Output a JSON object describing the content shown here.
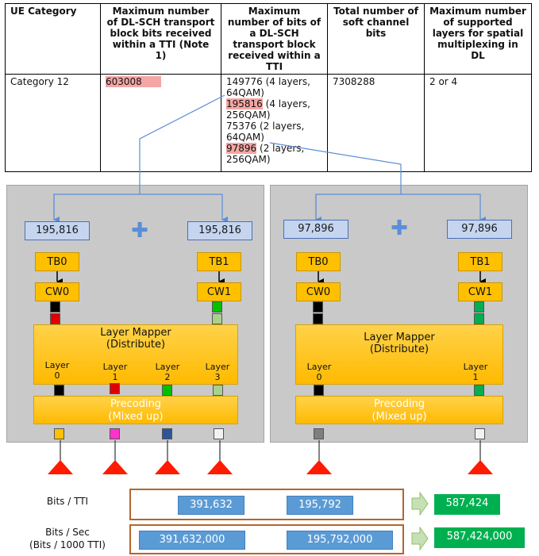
{
  "table": {
    "headers": [
      "UE Category",
      "Maximum number of DL-SCH transport block bits received within a TTI (Note 1)",
      "Maximum number of bits of a DL-SCH transport block received within a TTI",
      "Total number of soft channel bits",
      "Maximum number of supported layers for spatial multiplexing in DL"
    ],
    "row": {
      "category": "Category 12",
      "max_tb_bits": "603008",
      "tb_bits_lines": [
        "149776 (4 layers, 64QAM)",
        "195816",
        "(4 layers, 256QAM)",
        "75376 (2 layers, 64QAM)",
        "97896",
        "(2 layers, 256QAM)"
      ],
      "soft_bits": "7308288",
      "layers": "2 or 4"
    }
  },
  "left_panel": {
    "tb0_bits": "195,816",
    "tb1_bits": "195,816",
    "plus": "✚",
    "tb0": "TB0",
    "tb1": "TB1",
    "cw0": "CW0",
    "cw1": "CW1",
    "layer_mapper": "Layer Mapper",
    "distribute": "(Distribute)",
    "layers": [
      "Layer",
      "0",
      "Layer",
      "1",
      "Layer",
      "2",
      "Layer",
      "3"
    ],
    "precoding": "Precoding",
    "mixed_up": "(Mixed up)"
  },
  "right_panel": {
    "tb0_bits": "97,896",
    "tb1_bits": "97,896",
    "plus": "✚",
    "tb0": "TB0",
    "tb1": "TB1",
    "cw0": "CW0",
    "cw1": "CW1",
    "layer_mapper": "Layer Mapper",
    "distribute": "(Distribute)",
    "layers": [
      "Layer",
      "0",
      "Layer",
      "1"
    ],
    "precoding": "Precoding",
    "mixed_up": "(Mixed up)"
  },
  "summary": {
    "bits_tti_label": "Bits / TTI",
    "bits_tti_a": "391,632",
    "bits_tti_b": "195,792",
    "bits_tti_total": "587,424",
    "bits_sec_label_1": "Bits / Sec",
    "bits_sec_label_2": "(Bits / 1000 TTI)",
    "bits_sec_a": "391,632,000",
    "bits_sec_b": "195,792,000",
    "bits_sec_total": "587,424,000"
  },
  "colors": {
    "highlight": "#f4a6a4",
    "panel": "#c9c9c9",
    "number_box": "#c5d5f0",
    "orange": "#ffc000",
    "antenna": "#ff1a00",
    "blue_bar": "#5b9bd5",
    "green": "#00b050"
  }
}
